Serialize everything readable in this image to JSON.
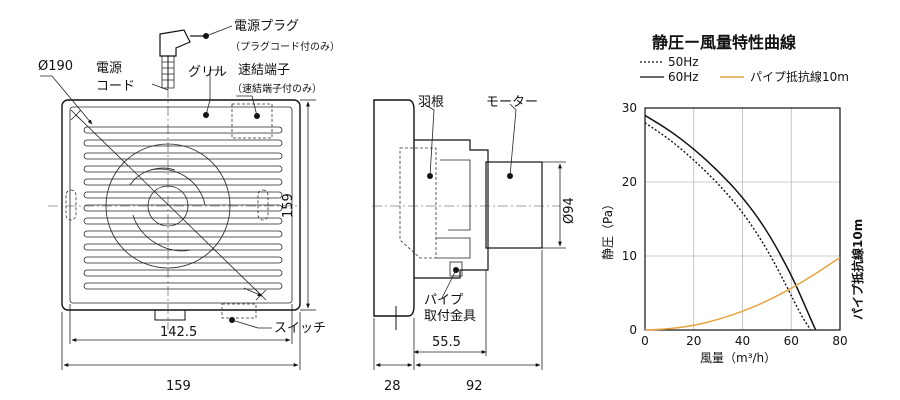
{
  "front_view": {
    "label_power_plug": "電源プラグ",
    "label_plug_note": "（プラグコード付のみ）",
    "label_diameter_190": "Ø190",
    "label_power_cord_1": "電源",
    "label_power_cord_2": "コード",
    "label_grill": "グリル",
    "label_terminal": "速結端子",
    "label_terminal_note": "（速結端子付のみ）",
    "label_switch": "スイッチ",
    "dim_height": "159",
    "dim_inner_width": "142.5",
    "dim_width": "159"
  },
  "side_view": {
    "label_blade": "羽根",
    "label_motor": "モーター",
    "label_diameter_94": "Ø94",
    "label_pipe_1": "パイプ",
    "label_pipe_2": "取付金具",
    "dim_55_5": "55.5",
    "dim_28": "28",
    "dim_92": "92"
  },
  "chart_data": {
    "type": "line",
    "title": "静圧ー風量特性曲線",
    "xlabel": "風量（m³/h）",
    "ylabel": "静圧（Pa）",
    "xlim": [
      0,
      80
    ],
    "ylim": [
      0,
      30
    ],
    "x_ticks": [
      "0",
      "20",
      "40",
      "60",
      "80"
    ],
    "y_ticks": [
      "0",
      "10",
      "20",
      "30"
    ],
    "grid": true,
    "legend": [
      {
        "label": "50Hz",
        "style": "dotted"
      },
      {
        "label": "60Hz",
        "style": "solid"
      },
      {
        "label": "パイプ抵抗線10m",
        "style": "solid",
        "color": "#E8A33D"
      }
    ],
    "annotation_right": "パイプ抵抗線10m",
    "series": [
      {
        "name": "50Hz",
        "style": "dotted",
        "color": "#111111",
        "x": [
          0,
          10,
          20,
          30,
          40,
          50,
          58,
          64,
          68
        ],
        "y": [
          28,
          25.8,
          23,
          19.8,
          16,
          11,
          6,
          2,
          0
        ]
      },
      {
        "name": "60Hz",
        "style": "solid",
        "color": "#111111",
        "x": [
          0,
          10,
          20,
          30,
          40,
          50,
          60,
          66,
          70
        ],
        "y": [
          29,
          27,
          24.5,
          21.5,
          18,
          13.5,
          7.5,
          3,
          0
        ]
      },
      {
        "name": "パイプ抵抗線10m",
        "style": "solid",
        "color": "#E8A33D",
        "x": [
          0,
          10,
          20,
          30,
          40,
          50,
          60,
          70,
          80
        ],
        "y": [
          0,
          0.15,
          0.6,
          1.4,
          2.5,
          3.9,
          5.6,
          7.6,
          9.8
        ]
      }
    ]
  }
}
